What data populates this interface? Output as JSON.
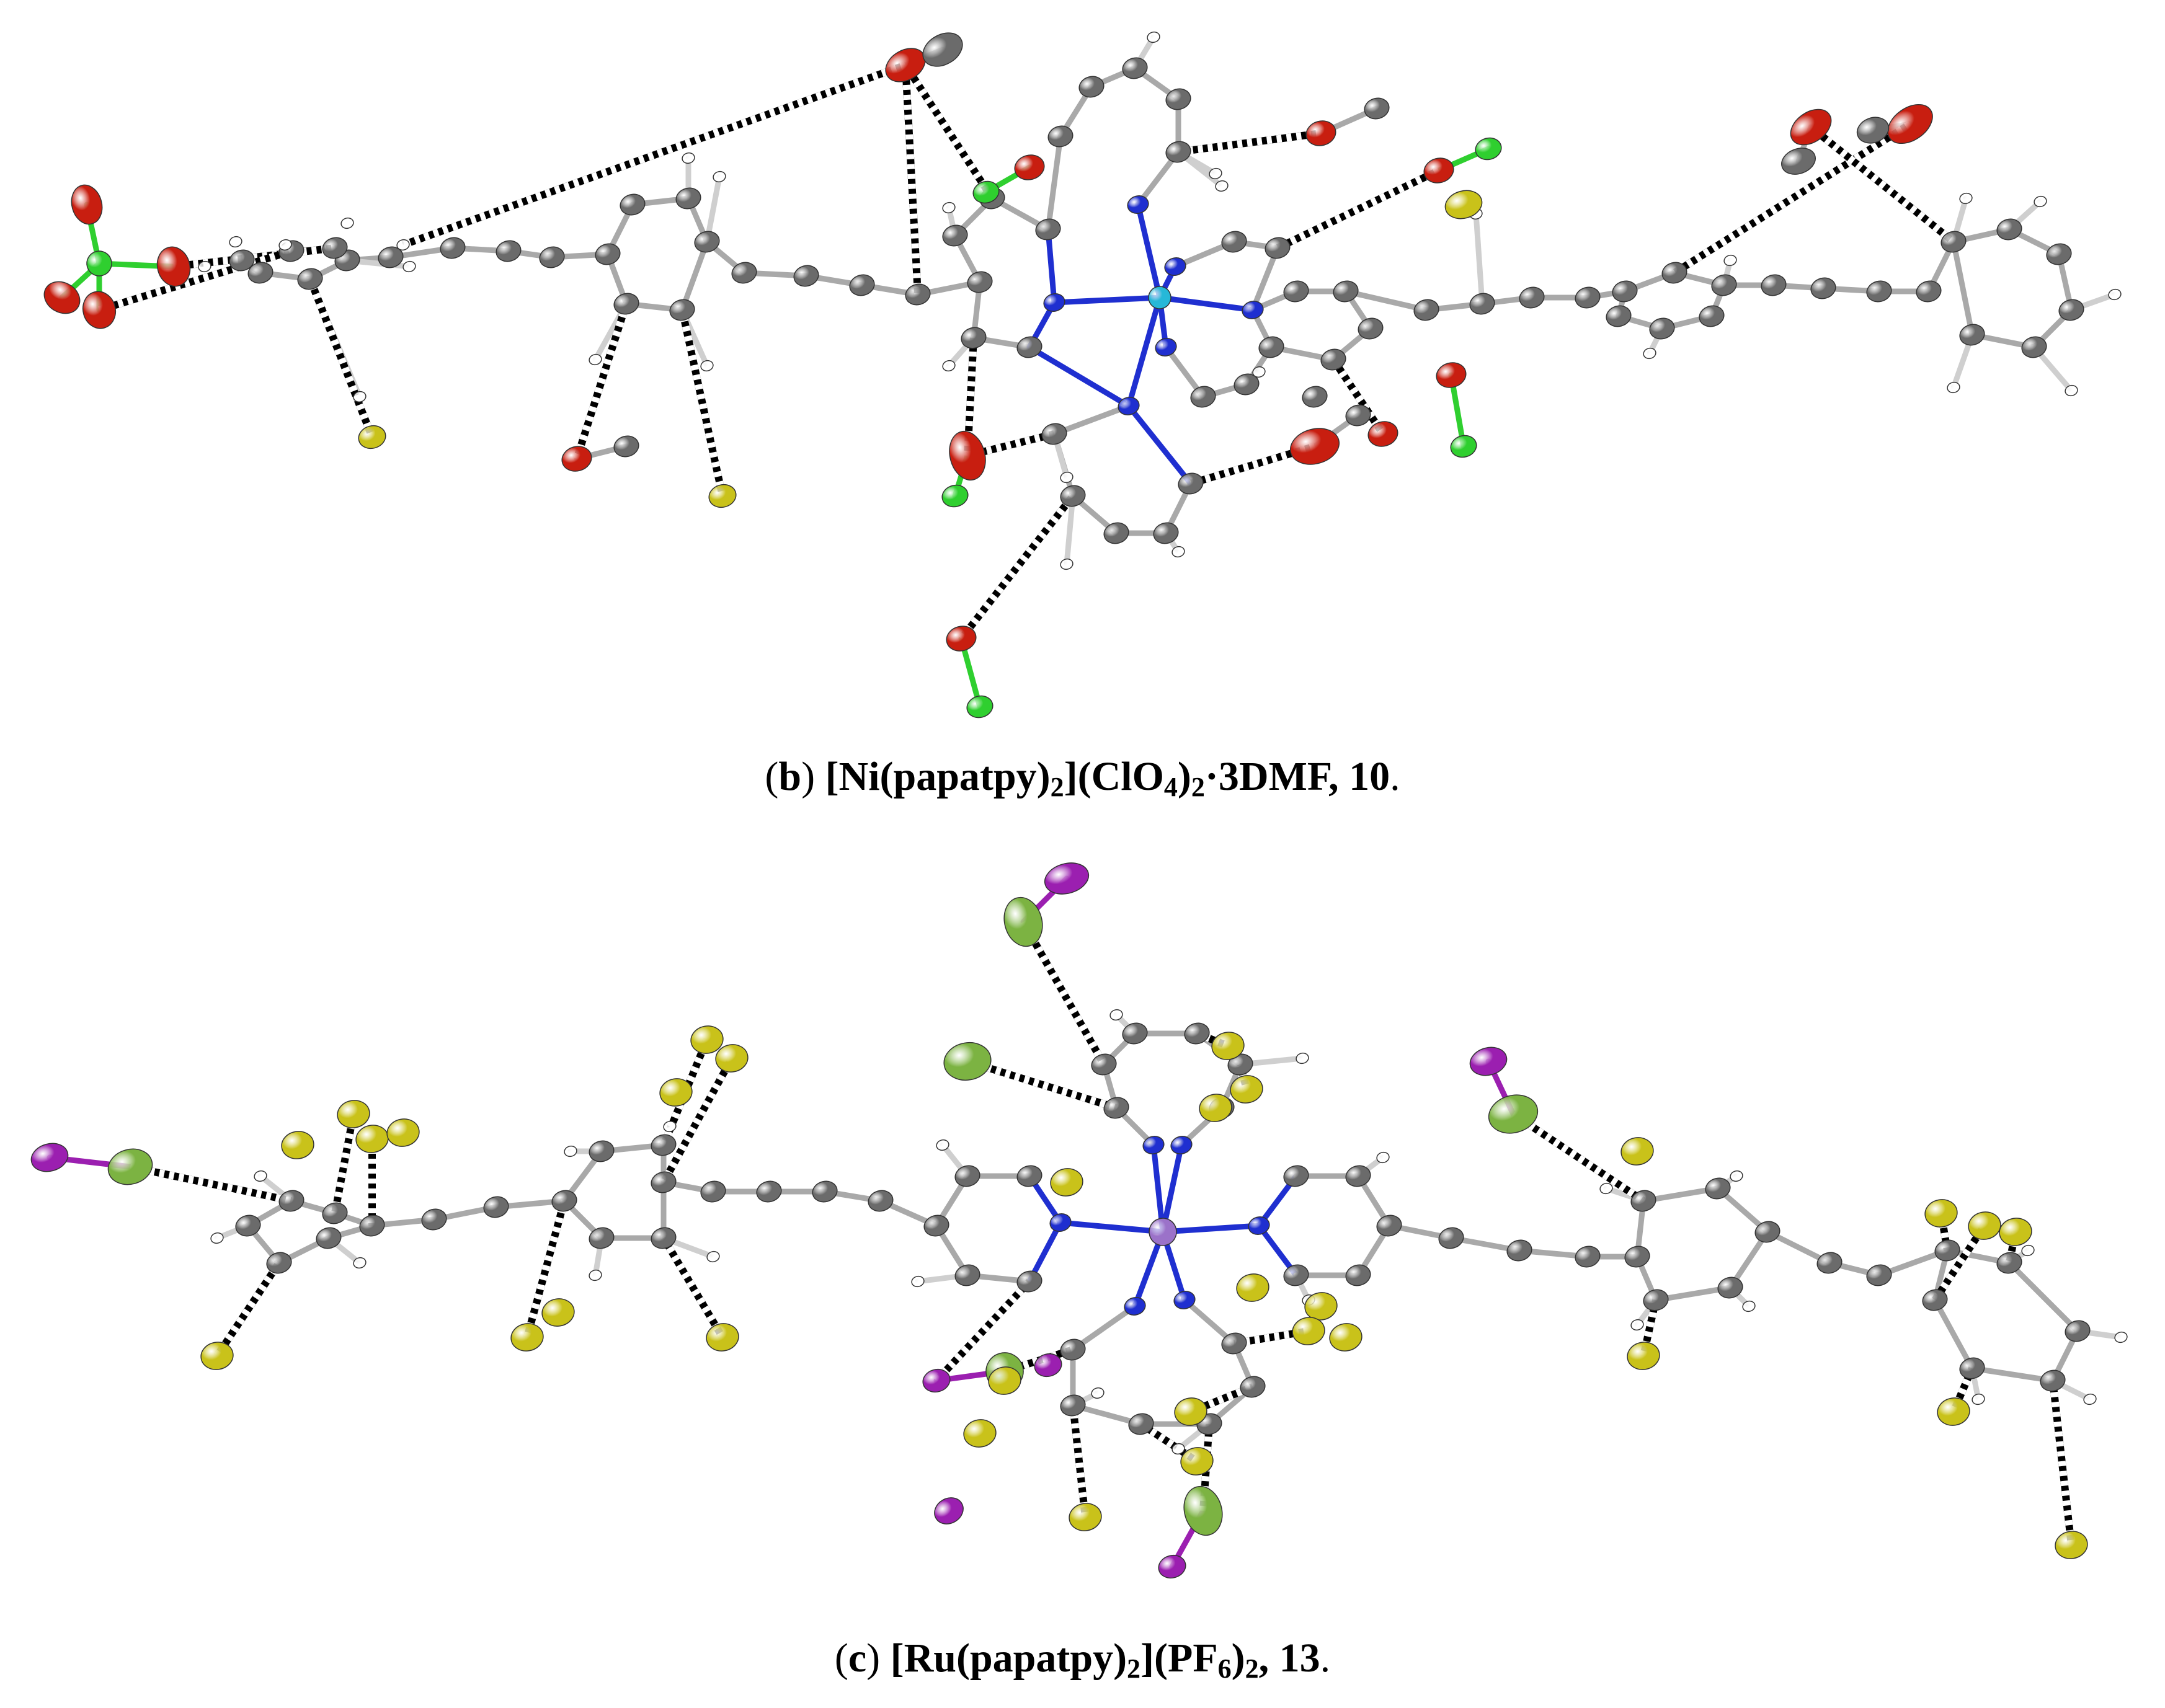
{
  "figure": {
    "panels": [
      {
        "id": "b",
        "label_open": "(",
        "label_letter": "b",
        "label_close": ")",
        "formula": {
          "part1": "[Ni(papatpy)",
          "sub1": "2",
          "part2": "](ClO",
          "sub2": "4",
          "part3": ")",
          "sub3": "2",
          "part4": "·3DMF, 10",
          "end": "."
        },
        "depicted_elements": [
          "Ni",
          "N",
          "C",
          "H",
          "O",
          "Cl"
        ]
      },
      {
        "id": "c",
        "label_open": "(",
        "label_letter": "c",
        "label_close": ")",
        "formula": {
          "part1": "[Ru(papatpy)",
          "sub1": "2",
          "part2": "](PF",
          "sub2": "6",
          "part3": ")",
          "sub3": "2",
          "part4": ", 13",
          "end": "."
        },
        "depicted_elements": [
          "Ru",
          "N",
          "C",
          "H",
          "P",
          "F"
        ]
      }
    ],
    "colors": {
      "carbon": "#6b6b6b",
      "carbon_highlight": "#b5b5b5",
      "nitrogen": "#1f2fd0",
      "hydrogen": "#ffffff",
      "oxygen": "#c81e10",
      "chlorine": "#2fcf2f",
      "nickel": "#26b8d8",
      "ruthenium": "#9b72c9",
      "fluorine": "#c9c21a",
      "phosphorus": "#7cb342",
      "counter_atom_purple": "#9b1fb0",
      "bond": "#a9a9a9",
      "hbond": "#000000"
    }
  }
}
